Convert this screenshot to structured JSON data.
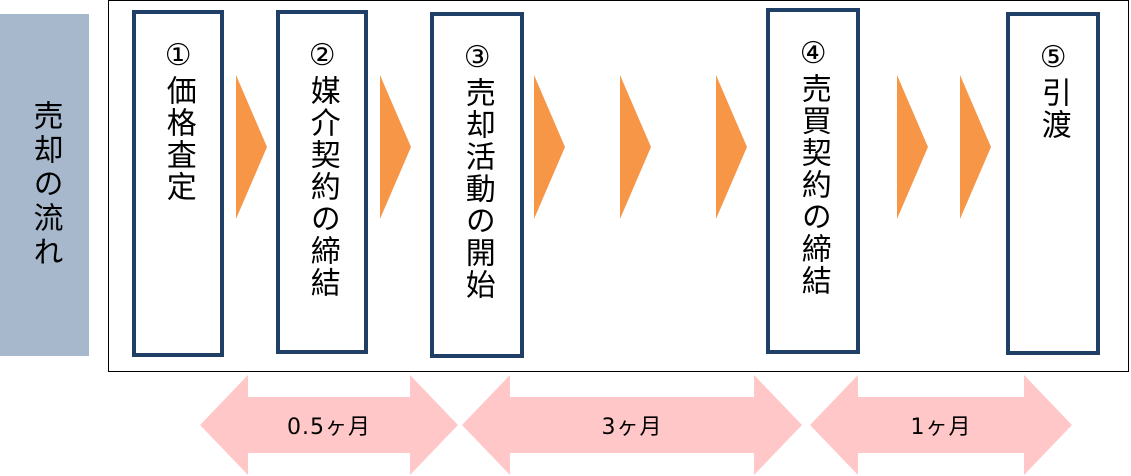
{
  "side_label": "売却の流れ",
  "steps": [
    {
      "label": "①価格査定"
    },
    {
      "label": "②媒介契約の締結"
    },
    {
      "label": "③売却活動の開始"
    },
    {
      "label": "④売買契約の締結"
    },
    {
      "label": "⑤引渡"
    }
  ],
  "periods": [
    {
      "label": "0.5ヶ月"
    },
    {
      "label": "3ヶ月"
    },
    {
      "label": "1ヶ月"
    }
  ],
  "colors": {
    "side_bg": "#a7b7cc",
    "step_border": "#1f3f66",
    "chevron": "#f79646",
    "period_arrow": "#ffc7c7"
  }
}
